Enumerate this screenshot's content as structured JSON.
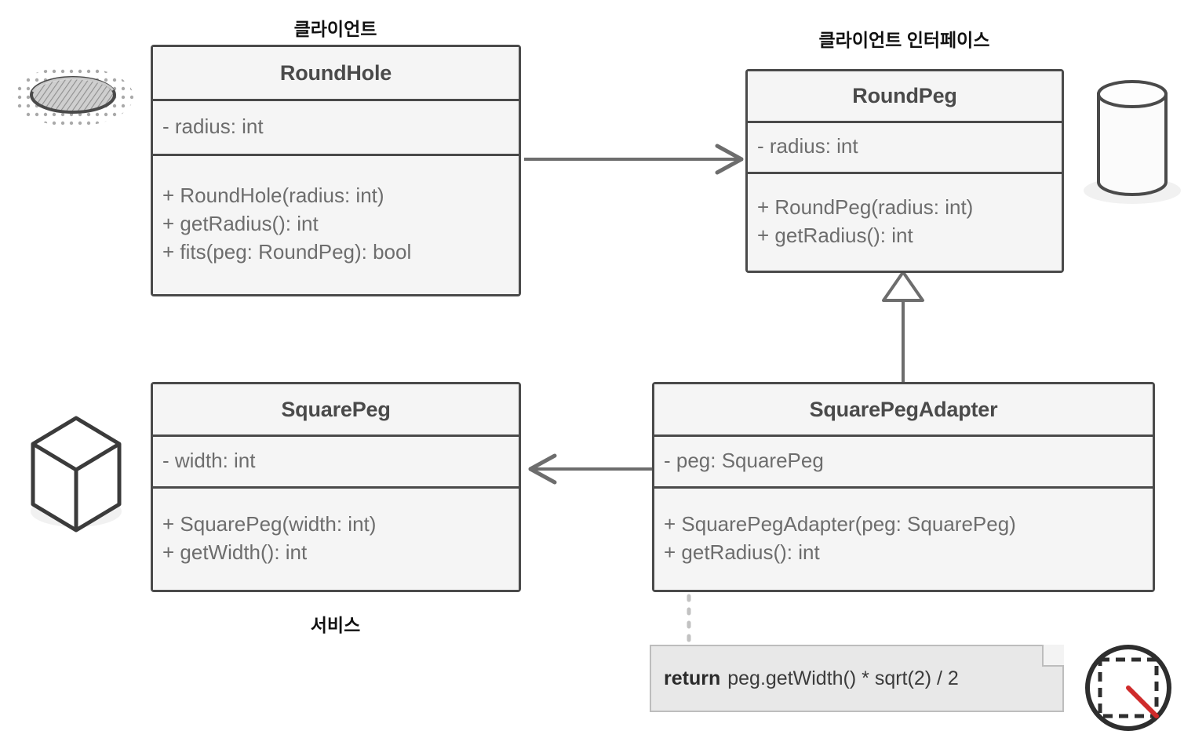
{
  "diagram": {
    "title": "Adapter pattern UML class diagram",
    "colors": {
      "box_border": "#4a4a4a",
      "compartment_bg": "#f5f5f5",
      "title_text": "#4a4a4a",
      "member_text": "#6d6d6d",
      "connector": "#6d6d6d",
      "note_bg": "#e8e8e8",
      "note_border": "#bdbdbd",
      "accent_red": "#cf2b2b"
    }
  },
  "captions": {
    "client": "클라이언트",
    "client_interface": "클라이언트 인터페이스",
    "service": "서비스"
  },
  "classes": {
    "round_hole": {
      "name": "RoundHole",
      "fields": [
        "- radius: int"
      ],
      "methods": [
        "+ RoundHole(radius: int)",
        "+ getRadius(): int",
        "+ fits(peg: RoundPeg): bool"
      ]
    },
    "round_peg": {
      "name": "RoundPeg",
      "fields": [
        "- radius: int"
      ],
      "methods": [
        "+ RoundPeg(radius: int)",
        "+ getRadius(): int"
      ]
    },
    "square_peg": {
      "name": "SquarePeg",
      "fields": [
        "- width: int"
      ],
      "methods": [
        "+ SquarePeg(width: int)",
        "+ getWidth(): int"
      ]
    },
    "square_peg_adapter": {
      "name": "SquarePegAdapter",
      "fields": [
        "- peg: SquarePeg"
      ],
      "methods": [
        "+ SquarePegAdapter(peg: SquarePeg)",
        "+ getRadius(): int"
      ]
    }
  },
  "note": {
    "keyword": "return",
    "expression": "peg.getWidth() * sqrt(2) / 2"
  },
  "icons": {
    "round_hole": "round-hole-icon",
    "round_peg": "cylinder-icon",
    "square_peg": "cube-icon",
    "geometry_hint": "circle-inscribed-square-icon"
  },
  "relations": [
    {
      "from": "RoundHole",
      "to": "RoundPeg",
      "type": "association"
    },
    {
      "from": "SquarePegAdapter",
      "to": "RoundPeg",
      "type": "inheritance"
    },
    {
      "from": "SquarePegAdapter",
      "to": "SquarePeg",
      "type": "association"
    },
    {
      "from": "SquarePegAdapter",
      "to": "note",
      "type": "note-link"
    }
  ]
}
